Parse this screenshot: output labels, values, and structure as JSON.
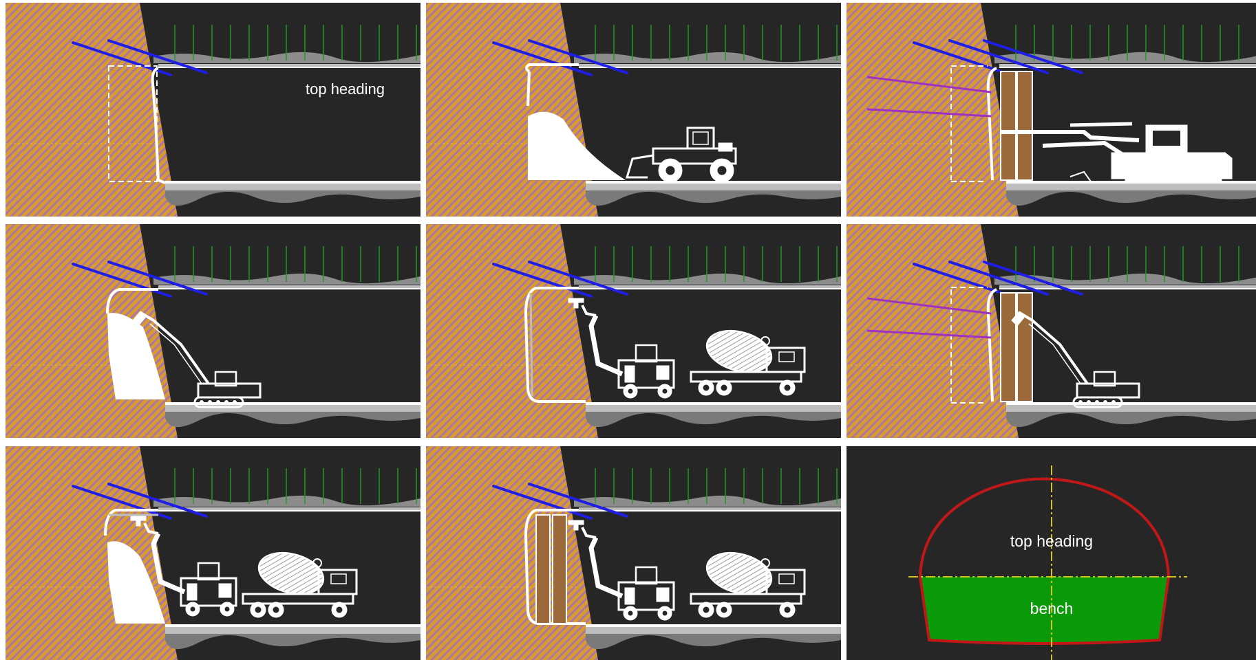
{
  "labels": {
    "top_heading": "top heading",
    "bench": "bench"
  },
  "colors": {
    "background": "#262626",
    "rock_hatch_a": "#e0a030",
    "rock_hatch_b": "#b07ab0",
    "forepole": "#1e1ee6",
    "rock_bolt": "#a030c0",
    "anchor": "#1e9a1e",
    "timber": "#9c6a3a",
    "bench_fill": "#0a9a0a",
    "profile_outline": "#c01818",
    "machinery": "#ffffff"
  },
  "panels": [
    {
      "id": "p1",
      "content": [
        "rock-face",
        "forepoles",
        "top-heading-label"
      ]
    },
    {
      "id": "p2",
      "content": [
        "rock-face",
        "forepoles",
        "muck-pile",
        "wheel-loader"
      ]
    },
    {
      "id": "p3",
      "content": [
        "rock-face",
        "forepoles",
        "rock-bolts",
        "timber-props",
        "drill-jumbo"
      ]
    },
    {
      "id": "p4",
      "content": [
        "rock-face",
        "forepoles",
        "muck-pile",
        "excavator"
      ]
    },
    {
      "id": "p5",
      "content": [
        "rock-face",
        "forepoles",
        "shotcrete-sprayer",
        "concrete-mixer"
      ]
    },
    {
      "id": "p6",
      "content": [
        "rock-face",
        "forepoles",
        "rock-bolts",
        "timber-props",
        "excavator"
      ]
    },
    {
      "id": "p7",
      "content": [
        "rock-face",
        "forepoles",
        "muck-pile",
        "shotcrete-sprayer",
        "concrete-mixer"
      ]
    },
    {
      "id": "p8",
      "content": [
        "rock-face",
        "forepoles",
        "timber-props",
        "shotcrete-sprayer",
        "concrete-mixer"
      ]
    },
    {
      "id": "p9",
      "content": [
        "tunnel-cross-section",
        "top-heading-label",
        "bench-label"
      ]
    }
  ]
}
